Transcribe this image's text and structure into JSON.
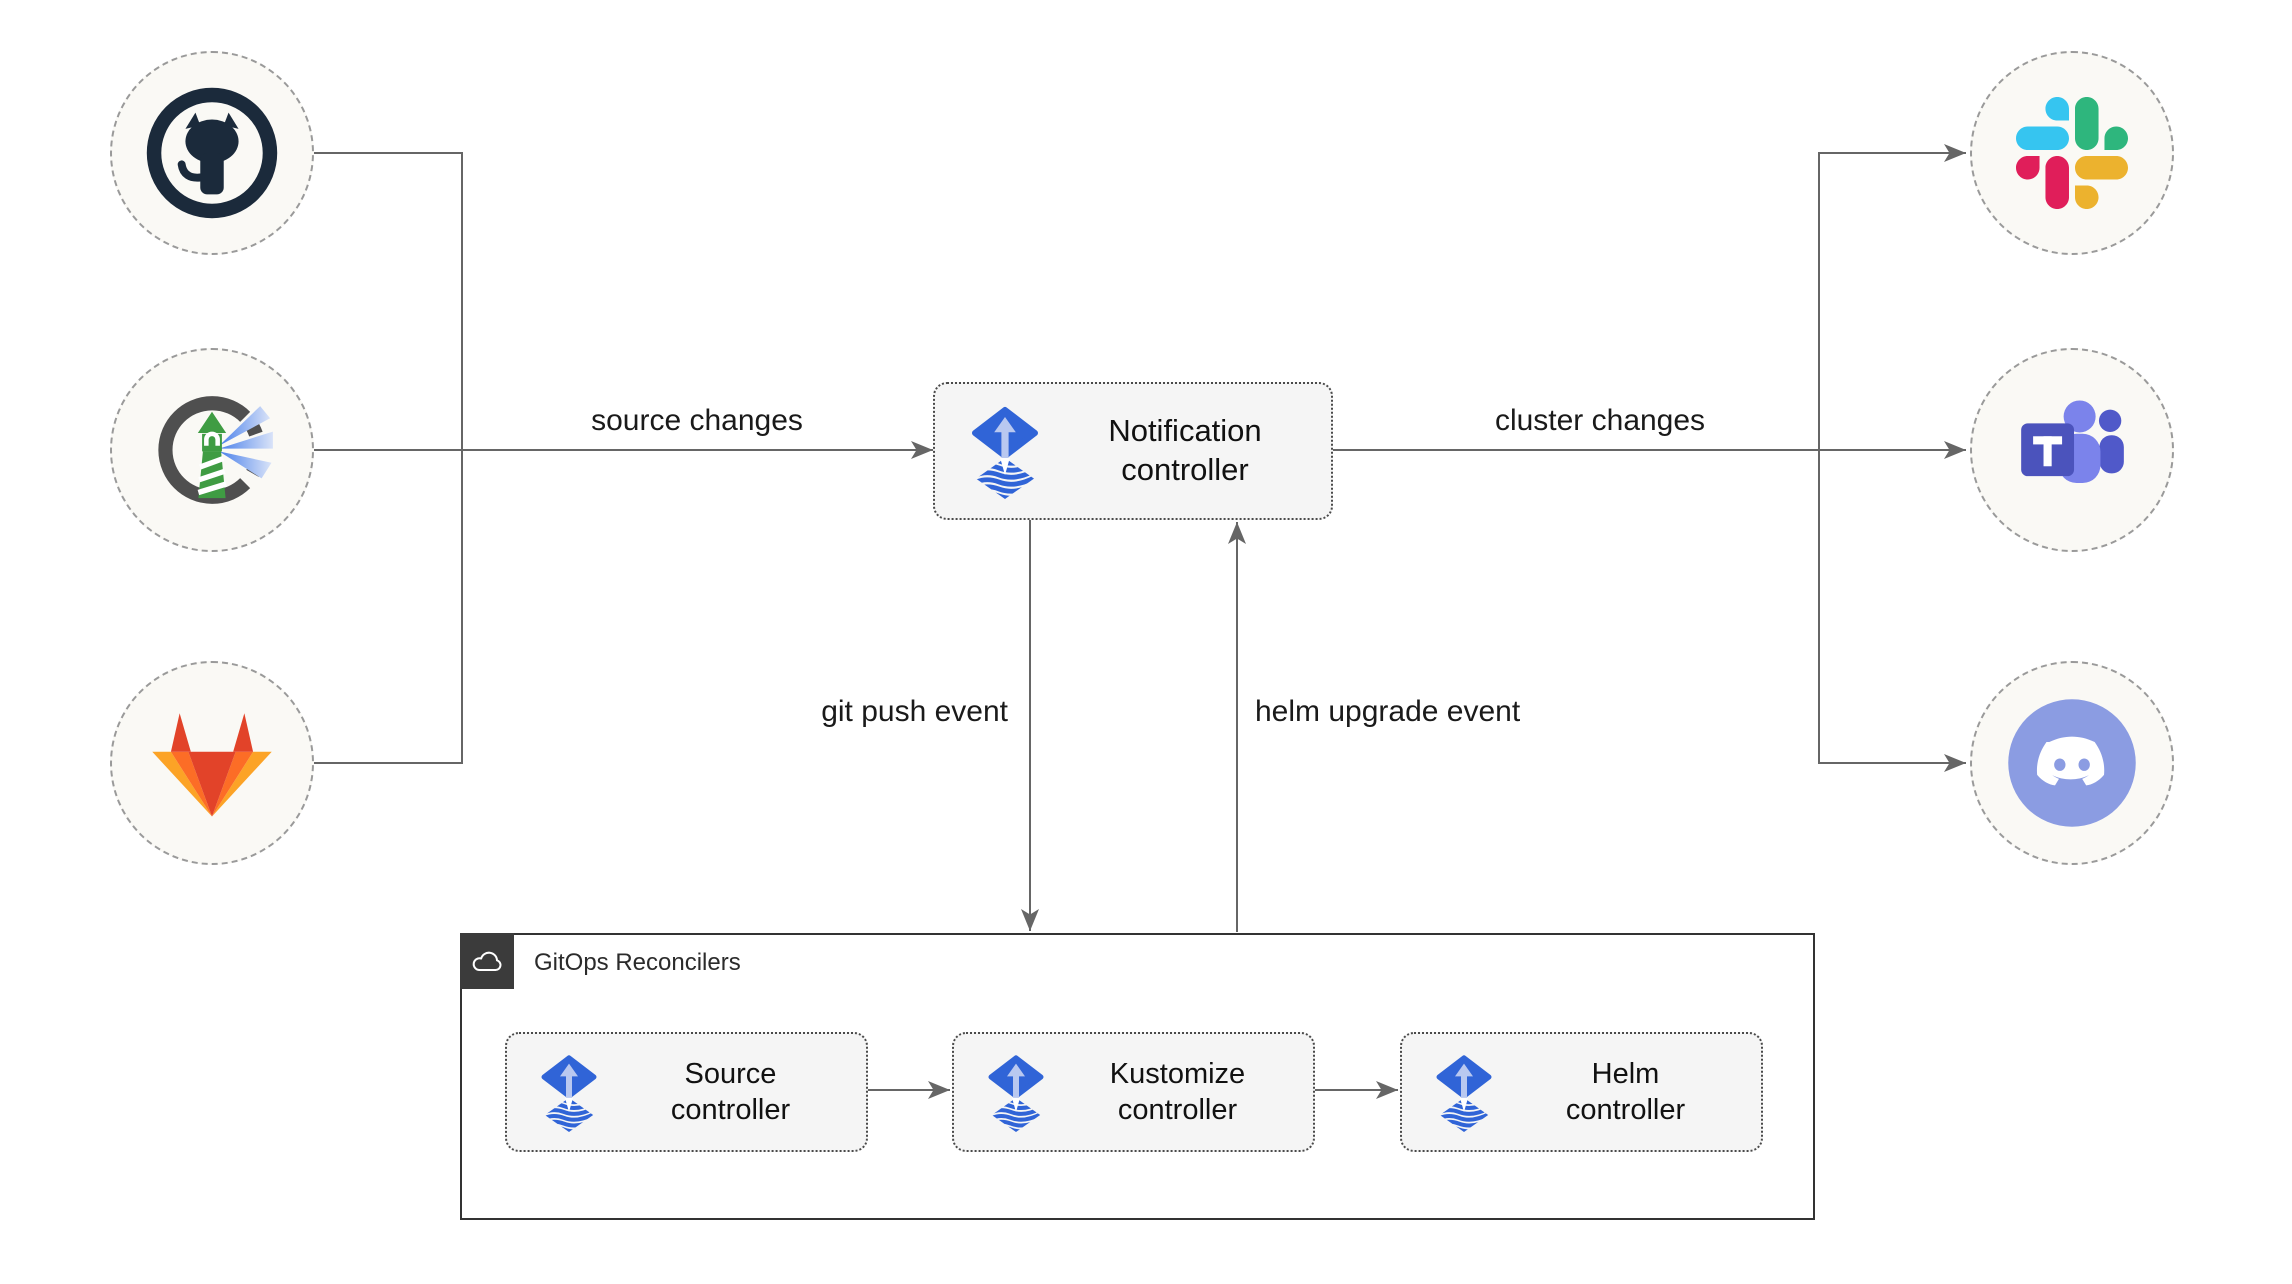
{
  "notification": {
    "label": "Notification\ncontroller",
    "icon": "flux-icon"
  },
  "edge_labels": {
    "source_changes": "source changes",
    "cluster_changes": "cluster changes",
    "git_push_event": "git push event",
    "helm_upgrade_event": "helm upgrade event"
  },
  "group": {
    "title": "GitOps Reconcilers",
    "icon": "cloud-icon",
    "controllers": [
      {
        "label": "Source\ncontroller",
        "icon": "flux-icon"
      },
      {
        "label": "Kustomize\ncontroller",
        "icon": "flux-icon"
      },
      {
        "label": "Helm\ncontroller",
        "icon": "flux-icon"
      }
    ]
  },
  "source_nodes": [
    {
      "icon": "github-icon"
    },
    {
      "icon": "harbor-icon"
    },
    {
      "icon": "gitlab-icon"
    }
  ],
  "target_nodes": [
    {
      "icon": "slack-icon"
    },
    {
      "icon": "teams-icon"
    },
    {
      "icon": "discord-icon"
    }
  ],
  "colors": {
    "flux_blue": "#3064d7",
    "flux_arrow_light": "#b9c8f0",
    "wire": "#666666",
    "box_fill": "#f5f5f5",
    "box_border": "#4a4a4a",
    "node_fill": "#faf9f5",
    "node_border": "#9a9a9a",
    "group_border": "#333333",
    "badge_bg": "#3b3b3b",
    "github_dark": "#1b2a3b",
    "gitlab_red": "#e24329",
    "gitlab_orange": "#fc6d26",
    "gitlab_yellow": "#fca326",
    "harbor_green": "#3f9c43",
    "harbor_gray": "#4f4f4f",
    "slack_blue": "#36c5f0",
    "slack_green": "#2eb67d",
    "slack_yellow": "#ecb22e",
    "slack_red": "#e01e5a",
    "teams_purple": "#4b53bc",
    "teams_light": "#7b83eb",
    "teams_mid": "#5059c9",
    "discord_blurple": "#8b9ce2"
  }
}
